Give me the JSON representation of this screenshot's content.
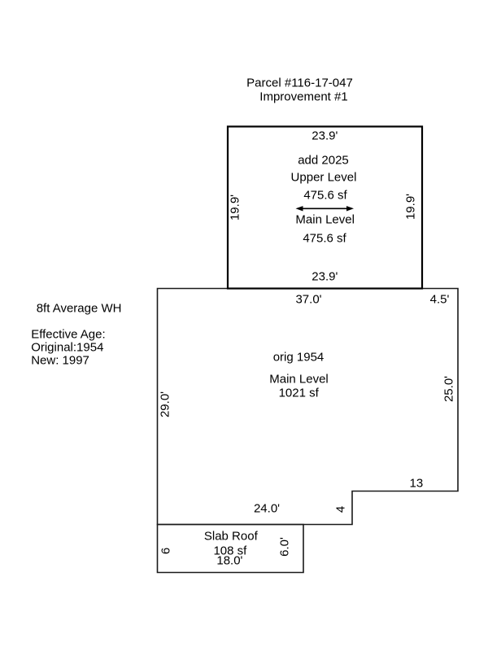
{
  "page": {
    "title": "Property Improvement Sketch",
    "colors": {
      "ink": "#000000",
      "background": "#ffffff"
    }
  },
  "header": {
    "parcel": "Parcel #116-17-047",
    "improvement": "Improvement #1"
  },
  "notes": {
    "wall_height": "8ft Average WH",
    "effective_age_label": "Effective Age:",
    "age_original": "Original:1954",
    "age_new": "New: 1997"
  },
  "addition": {
    "name": "add 2025",
    "upper_level_label": "Upper Level",
    "upper_level_area": "475.6 sf",
    "main_level_label": "Main Level",
    "main_level_area": "475.6 sf",
    "dim_top": "23.9'",
    "dim_bottom": "23.9'",
    "dim_left": "19.9'",
    "dim_right": "19.9'"
  },
  "original": {
    "name": "orig 1954",
    "level_label": "Main Level",
    "area": "1021 sf",
    "dim_top": "37.0'",
    "dim_top_right": "4.5'",
    "dim_left": "29.0'",
    "dim_right": "25.0'",
    "dim_step_bottom": "13",
    "dim_notch_side": "4",
    "dim_bottom": "24.0'"
  },
  "slab": {
    "name": "Slab Roof",
    "area": "108 sf",
    "dim_bottom": "18.0'",
    "dim_left": "6",
    "dim_right": "6.0'"
  }
}
